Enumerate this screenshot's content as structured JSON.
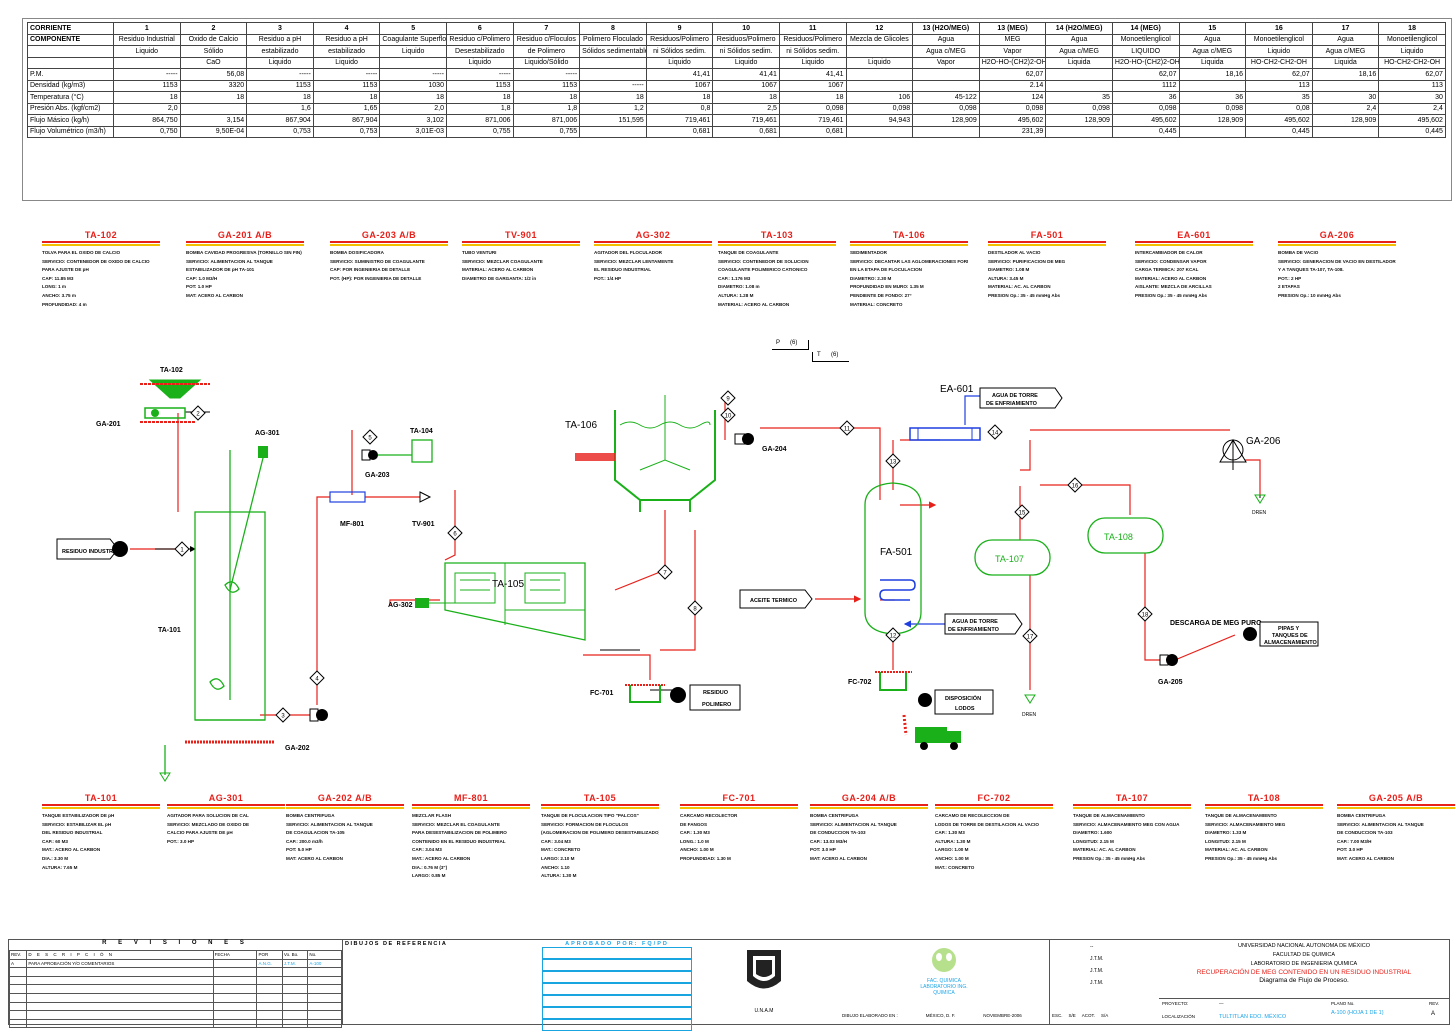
{
  "stream_table": {
    "header_label": "CORRIENTE",
    "streams": [
      "1",
      "2",
      "3",
      "4",
      "5",
      "6",
      "7",
      "8",
      "9",
      "10",
      "11",
      "12",
      "13 (H2O/MEG)",
      "13 (MEG)",
      "14 (H2O/MEG)",
      "14 (MEG)",
      "15",
      "16",
      "17",
      "18"
    ],
    "rows": [
      {
        "label": "COMPONENTE",
        "bold": true,
        "cells": [
          "Residuo Industrial",
          "Oxido de Calcio",
          "Residuo a pH",
          "Residuo a pH",
          "Coagulante Superfloc",
          "Residuo c/Polimero",
          "Residuo c/Floculos",
          "Polimero Floculado",
          "Residuos/Polimero",
          "Residuos/Polimero",
          "Residuos/Polimero",
          "Mezcla de Glicoles",
          "Agua",
          "MEG",
          "Agua",
          "Monoetilenglicol",
          "Agua",
          "Monoetilenglicol",
          "Agua",
          "Monoetilenglicol"
        ]
      },
      {
        "label": "",
        "cells": [
          "Liquido",
          "Sólido",
          "estabilizado",
          "estabilizado",
          "Liquido",
          "Desestabilizado",
          "de Polimero",
          "Sólidos sedimentables",
          "ni Sólidos sedim.",
          "ni Sólidos sedim.",
          "ni Sólidos sedim.",
          "",
          "Agua c/MEG",
          "Vapor",
          "Agua c/MEG",
          "LIQUIDO",
          "Agua c/MEG",
          "Liquido",
          "Agua c/MEG",
          "Liquido"
        ]
      },
      {
        "label": "",
        "cells": [
          "",
          "CaO",
          "Liquido",
          "Liquido",
          "",
          "Liquido",
          "Liquido/Sólido",
          "",
          "Liquido",
          "Liquido",
          "Liquido",
          "Liquido",
          "Vapor",
          "H2O-HO-(CH2)2-OH",
          "Liquida",
          "H2O-HO-(CH2)2-OH",
          "Liquida",
          "HO-CH2-CH2-OH",
          "Liquida",
          "HO-CH2-CH2-OH"
        ]
      },
      {
        "label": "P.M.",
        "cells": [
          "-----",
          "56,08",
          "-----",
          "-----",
          "-----",
          "-----",
          "-----",
          "",
          "41,41",
          "41,41",
          "41,41",
          "",
          "",
          "62,07",
          "",
          "62,07",
          "18,16",
          "62,07",
          "18,16",
          "62,07"
        ]
      },
      {
        "label": "Densidad (kg/m3)",
        "cells": [
          "1153",
          "3320",
          "1153",
          "1153",
          "1030",
          "1153",
          "1153",
          "-----",
          "1067",
          "1067",
          "1067",
          "",
          "",
          "2.14",
          "",
          "1112",
          "",
          "113",
          "",
          "113"
        ]
      },
      {
        "label": "Temperatura (°C)",
        "cells": [
          "18",
          "18",
          "18",
          "18",
          "18",
          "18",
          "18",
          "18",
          "18",
          "18",
          "18",
          "106",
          "45-122",
          "124",
          "35",
          "36",
          "36",
          "35",
          "30",
          "30"
        ]
      },
      {
        "label": "Presión Abs. (kgf/cm2)",
        "cells": [
          "2,0",
          "",
          "1,6",
          "1,65",
          "2,0",
          "1,8",
          "1,8",
          "1,2",
          "0,8",
          "2,5",
          "0,098",
          "0,098",
          "0,098",
          "0,098",
          "0,098",
          "0,098",
          "0,098",
          "0,08",
          "2,4",
          "2,4"
        ]
      },
      {
        "label": "Flujo Másico (kg/h)",
        "cells": [
          "864,750",
          "3,154",
          "867,904",
          "867,904",
          "3,102",
          "871,006",
          "871,006",
          "151,595",
          "719,461",
          "719,461",
          "719,461",
          "94,943",
          "128,909",
          "495,602",
          "128,909",
          "495,602",
          "128,909",
          "495,602",
          "128,909",
          "495,602"
        ]
      },
      {
        "label": "Flujo Volumétrico (m3/h)",
        "cells": [
          "0,750",
          "9,50E-04",
          "0,753",
          "0,753",
          "3,01E-03",
          "0,755",
          "0,755",
          "",
          "0,681",
          "0,681",
          "0,681",
          "",
          "",
          "231,39",
          "",
          "0,445",
          "",
          "0,445",
          "",
          "0,445"
        ]
      }
    ]
  },
  "specs_top": [
    {
      "tag": "TA-102",
      "lines": [
        "TOLVA PARA EL OXIDO DE CALCIO",
        "SERVICIO: CONTENEDOR DE OXIDO DE CALCIO",
        "PARA AJUSTE DE pH",
        "CAP: 11.85 M3",
        "LONG: 1 m",
        "ANCHO: 3.75 m",
        "PROFUNDIDAD: 4 m"
      ]
    },
    {
      "tag": "GA-201 A/B",
      "lines": [
        "BOMBA CAVIDAD PROGRESIVA (TORNILLO SIN FIN)",
        "SERVICIO: ALIMENTACION AL TANQUE",
        "ESTABILIZADOR DE pH TA-101",
        "CAP: 1.0 M3/H",
        "POT: 1.0 HP",
        "MAT: ACERO AL CARBON"
      ]
    },
    {
      "tag": "GA-203 A/B",
      "lines": [
        "BOMBA DOSIFICADORA",
        "SERVICIO: SUMINISTRO DE COAGULANTE",
        "CAP: POR INGENIERIA DE DETALLE",
        "POT. (HP): POR INGENIERIA DE DETALLE"
      ]
    },
    {
      "tag": "TV-901",
      "lines": [
        "TUBO VENTURI",
        "SERVICIO: MEZCLAR COAGULANTE",
        "MATERIAL: ACERO AL CARBON",
        "DIAMETRO DE GARGANTA: 1/2 in"
      ]
    },
    {
      "tag": "AG-302",
      "lines": [
        "AGITADOR DEL FLOCULADOR",
        "SERVICIO: MEZCLAR LENTAMENTE",
        "EL RESIDUO INDUSTRIAL",
        "POT.: 1/4 HP"
      ]
    },
    {
      "tag": "TA-103",
      "lines": [
        "TANQUE DE COAGULANTE",
        "SERVICIO: CONTENEDOR DE SOLUCION",
        "COAGULANTE POLIMERICO CATIONICO",
        "CAP.: 1.176 M3",
        "DIAMETRO: 1.08 m",
        "ALTURA: 1.28 M",
        "MATERIAL: ACERO AL CARBON"
      ]
    },
    {
      "tag": "TA-106",
      "lines": [
        "SEDIMENTADOR",
        "SERVICIO: DECANTAR LAS AGLOMERACIONES FORMADAS",
        "EN LA ETAPA DE FLOCULACION",
        "DIAMETRO: 2.30 M",
        "PROFUNDIDAD EN MURO: 1.35 M",
        "PENDIENTE DE FONDO: 27°",
        "MATERIAL: CONCRETO"
      ]
    },
    {
      "tag": "FA-501",
      "lines": [
        "DESTILADOR AL VACIO",
        "SERVICIO: PURIFICACION DE MEG",
        "DIAMETRO: 1.08 M",
        "ALTURA: 3.45 M",
        "MATERIAL: AC. AL CARBON",
        "PRESION Op.: 35 - 45 mmHg Abs"
      ]
    },
    {
      "tag": "EA-601",
      "lines": [
        "INTERCAMBIADOR DE CALOR",
        "SERVICIO: CONDENSAR VAPOR",
        "CARGA TERMICA: 207 KCAL",
        "MATERIAL: ACERO AL CARBON",
        "AISLANTE: MEZCLA DE ARCILLAS",
        "PRESION Op.: 35 - 45 mmHg Abs"
      ]
    },
    {
      "tag": "GA-206",
      "lines": [
        "BOMBA DE VACIO",
        "SERVICIO: GENERACION DE VACIO EN DESTILADOR FA-501",
        "Y A TANQUES TA-107, TA-108.",
        "POT.: 2 HP",
        "2 ETAPAS",
        "PRESION Op.: 10 mmHg Abs"
      ]
    }
  ],
  "specs_bottom": [
    {
      "tag": "TA-101",
      "lines": [
        "TANQUE ESTABILIZADOR DE pH",
        "SERVICIO: ESTABILIZAR EL pH",
        "DEL RESIDUO INDUSTRIAL",
        "CAP.: 60 M3",
        "MAT.: ACERO AL CARBON",
        "DIA.: 3.30 M",
        "ALTURA: 7.65 M"
      ]
    },
    {
      "tag": "AG-301",
      "lines": [
        "AGITADOR PARA SOLUCION DE CAL",
        "SERVICIO: MEZCLADO DE OXIDO DE",
        "CALCIO PARA AJUSTE DE pH",
        "POT.: 3.0 HP"
      ]
    },
    {
      "tag": "GA-202 A/B",
      "lines": [
        "BOMBA CENTRIFUGA",
        "SERVICIO: ALIMENTACION AL TANQUE",
        "DE COAGULACION TA-105",
        "CAP.: 200.0 m3/h",
        "POT: 5.0 HP",
        "MAT: ACERO AL CARBON"
      ]
    },
    {
      "tag": "MF-801",
      "lines": [
        "MEZCLAR FLASH",
        "SERVICIO: MEZCLAR EL COAGULANTE",
        "PARA DESESTABILIZACION DE POLIMERO",
        "CONTENIDO EN EL RESIDUO INDUSTRIAL",
        "CAP.: 3.04 M3",
        "MAT.: ACERO AL CARBON",
        "DIA.: 0.76 M (3\")",
        "LARGO: 0.85 M"
      ]
    },
    {
      "tag": "TA-105",
      "lines": [
        "TANQUE DE FLOCULACION TIPO \"PALCOS\"",
        "SERVICIO: FORMACION DE FLOCULOS",
        "(AGLOMERACION DE POLIMERO DESESTABILIZADO)",
        "CAP.: 3.04 M3",
        "MAT.: CONCRETO",
        "LARGO: 2.10 M",
        "ANCHO: 1.10",
        "ALTURA: 1.30 M"
      ]
    },
    {
      "tag": "FC-701",
      "lines": [
        "CARCAMO RECOLECTOR",
        "DE FANGOS",
        "CAP.: 1.30 M3",
        "LONG.: 1.0 M",
        "ANCHO: 1.00 M",
        "PROFUNDIDAD: 1.30 M"
      ]
    },
    {
      "tag": "GA-204 A/B",
      "lines": [
        "BOMBA CENTRIFUGA",
        "SERVICIO: ALIMENTACION AL TANQUE",
        "DE CONDUCCION TA-103",
        "CAP.: 13.03 M3/H",
        "POT: 3.0 HP",
        "MAT: ACERO AL CARBON"
      ]
    },
    {
      "tag": "FC-702",
      "lines": [
        "CARCAMO DE RECOLECCION DE",
        "LODOS DE TORRE DE DESTILACION AL VACIO",
        "CAP.: 1.30 M3",
        "ALTURA: 1.30 M",
        "LARGO: 1.00 M",
        "ANCHO: 1.00 M",
        "MAT.: CONCRETO"
      ]
    },
    {
      "tag": "TA-107",
      "lines": [
        "TANQUE DE ALMACENAMIENTO",
        "SERVICIO: ALMACENAMIENTO MEG CON AGUA",
        "DIAMETRO: 1.600",
        "LONGITUD: 2.15 M",
        "MATERIAL: AC. AL CARBON",
        "PRESION Op.: 35 - 45 mmHg Abs"
      ]
    },
    {
      "tag": "TA-108",
      "lines": [
        "TANQUE DE ALMACENAMIENTO",
        "SERVICIO: ALMACENAMIENTO MEG",
        "DIAMETRO: 1.33 M",
        "LONGITUD: 2.15 M",
        "MATERIAL: AC. AL CARBON",
        "PRESION Op.: 35 - 45 mmHg Abs"
      ]
    },
    {
      "tag": "GA-205 A/B",
      "lines": [
        "BOMBA CENTRIFUGA",
        "SERVICIO: ALIMENTACION AL TANQUE",
        "DE CONDUCCION TA-103",
        "CAP.: 7.00 M3/H",
        "POT: 3.0 HP",
        "MAT: ACERO AL CARBON"
      ]
    }
  ],
  "diagram": {
    "equipment": {
      "ta102": "TA-102",
      "ga201": "GA-201",
      "ag301": "AG-301",
      "ta101": "TA-101",
      "ga202": "GA-202",
      "ta104": "TA-104",
      "ga203": "GA-203",
      "mf801": "MF-801",
      "tv901": "TV-901",
      "ag302": "AG-302",
      "ta105": "TA-105",
      "fc701": "FC-701",
      "ta106": "TA-106",
      "ga204": "GA-204",
      "ea601": "EA-601",
      "fa501": "FA-501",
      "fc702": "FC-702",
      "ta107": "TA-107",
      "ta108": "TA-108",
      "ga206": "GA-206",
      "ga205": "GA-205"
    },
    "labels": {
      "residuo_industrial": "RESIDUO INDUSTRIAL",
      "residuo_polimero_1": "RESIDUO",
      "residuo_polimero_2": "POLIMERO",
      "aceite_termico": "ACEITE TERMICO",
      "agua_torre_1_a": "AGUA DE TORRE",
      "agua_torre_1_b": "DE ENFRIAMIENTO",
      "agua_torre_2_a": "AGUA DE TORRE",
      "agua_torre_2_b": "DE ENFRIAMIENTO",
      "disposicion_a": "DISPOSICIÓN",
      "disposicion_b": "LODOS",
      "descarga_meg": "DESCARGA DE MEG PURO",
      "pipas_a": "PIPAS Y",
      "pipas_b": "TANQUES DE",
      "pipas_c": "ALMACENAMIENTO",
      "dren": "DREN",
      "p_label": "P",
      "p_value": "(6)",
      "t_label": "T",
      "t_value": "(6)"
    },
    "stream_numbers": [
      "1",
      "2",
      "3",
      "4",
      "5",
      "6",
      "7",
      "8",
      "9",
      "10",
      "11",
      "12",
      "13",
      "14",
      "15",
      "16",
      "17",
      "18"
    ]
  },
  "title_block": {
    "revisiones_title": "R E V I S I O N E S",
    "rev_headers": {
      "rev": "REV.",
      "desc": "D E S C R I P C I Ó N",
      "fecha": "FECHA",
      "por": "POR",
      "vobo": "Vo. Bo.",
      "no": "No."
    },
    "rev_row": {
      "rev": "A",
      "desc": "PARA APROBACIÓN Y/O COMENTARIOS",
      "fecha": "",
      "por": "A.N.G.",
      "vobo": "J.T.M.",
      "no": "A-100"
    },
    "refs_title": "DIBUJOS DE REFERENCIA",
    "aprobado_title": "APROBADO POR: FQ/PD",
    "logo_unam_caption": "U.N.A.M",
    "logo_fq_caption_1": "FAC. QUIMICA",
    "logo_fq_caption_2": "LABORATORIO ING. QUIMICA",
    "dibujo_label": "DIBUJO ELABORADO EN :",
    "dibujo_lugar": "MÉXICO, D. F.",
    "dibujo_fecha": "NOVIEMBRE-2006",
    "firmas": [
      "--",
      "J.T.M.",
      "J.T.M.",
      "J.T.M."
    ],
    "esc_label": "ESC.",
    "esc_value": "S/E",
    "acot_label": "ACOT.",
    "acot_value": "S/A",
    "university": "UNIVERSIDAD NACIONAL AUTONOMA DE MÉXICO",
    "faculty": "FACULTAD DE QUIMICA",
    "lab": "LABORATORIO DE INGENIERIA QUIMICA",
    "project_title": "RECUPERACIÓN DE MEG CONTENIDO EN UN RESIDUO INDUSTRIAL",
    "diagram_title": "Diagrama de Flujo de Proceso.",
    "proyecto_label": "PROYECTO:",
    "proyecto_value": "—",
    "plano_label": "PLANO No.",
    "plano_value": "A-100 (HOJA 1 DE 1)",
    "rev_label": "REV.",
    "rev_value": "A",
    "localizacion_label": "LOCALIZACIÓN",
    "localizacion_value": "TULTITLAN EDO. MÉXICO"
  }
}
